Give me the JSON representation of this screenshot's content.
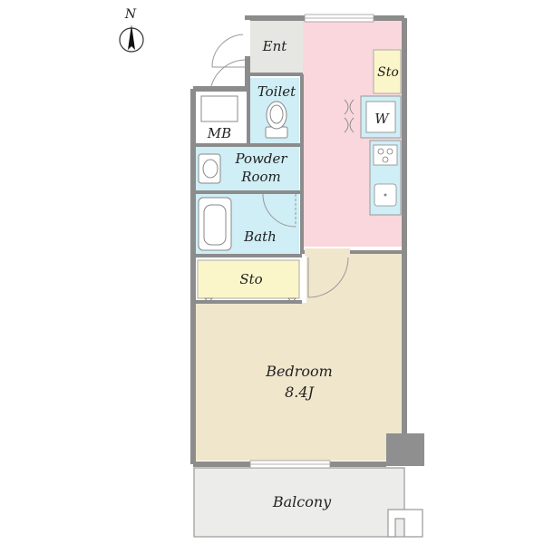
{
  "compass": {
    "label": "N"
  },
  "rooms": {
    "entrance": "Ent",
    "storage_kitchen": "Sto",
    "toilet": "Toilet",
    "washer": "W",
    "meter_box": "MB",
    "powder_room_line1": "Powder",
    "powder_room_line2": "Room",
    "bath": "Bath",
    "storage_hall": "Sto",
    "bedroom": "Bedroom",
    "bedroom_size": "8.4J",
    "balcony": "Balcony"
  },
  "colors": {
    "kitchen_floor": "#f9d7dd",
    "wet_area": "#cfeef5",
    "bedroom_floor": "#f0e6cc",
    "storage_yellow": "#fbf6c9",
    "entrance_floor": "#e6e6e3",
    "balcony_floor": "#ececea",
    "wall": "#8c8c8c",
    "column": "#8f8f8f"
  }
}
